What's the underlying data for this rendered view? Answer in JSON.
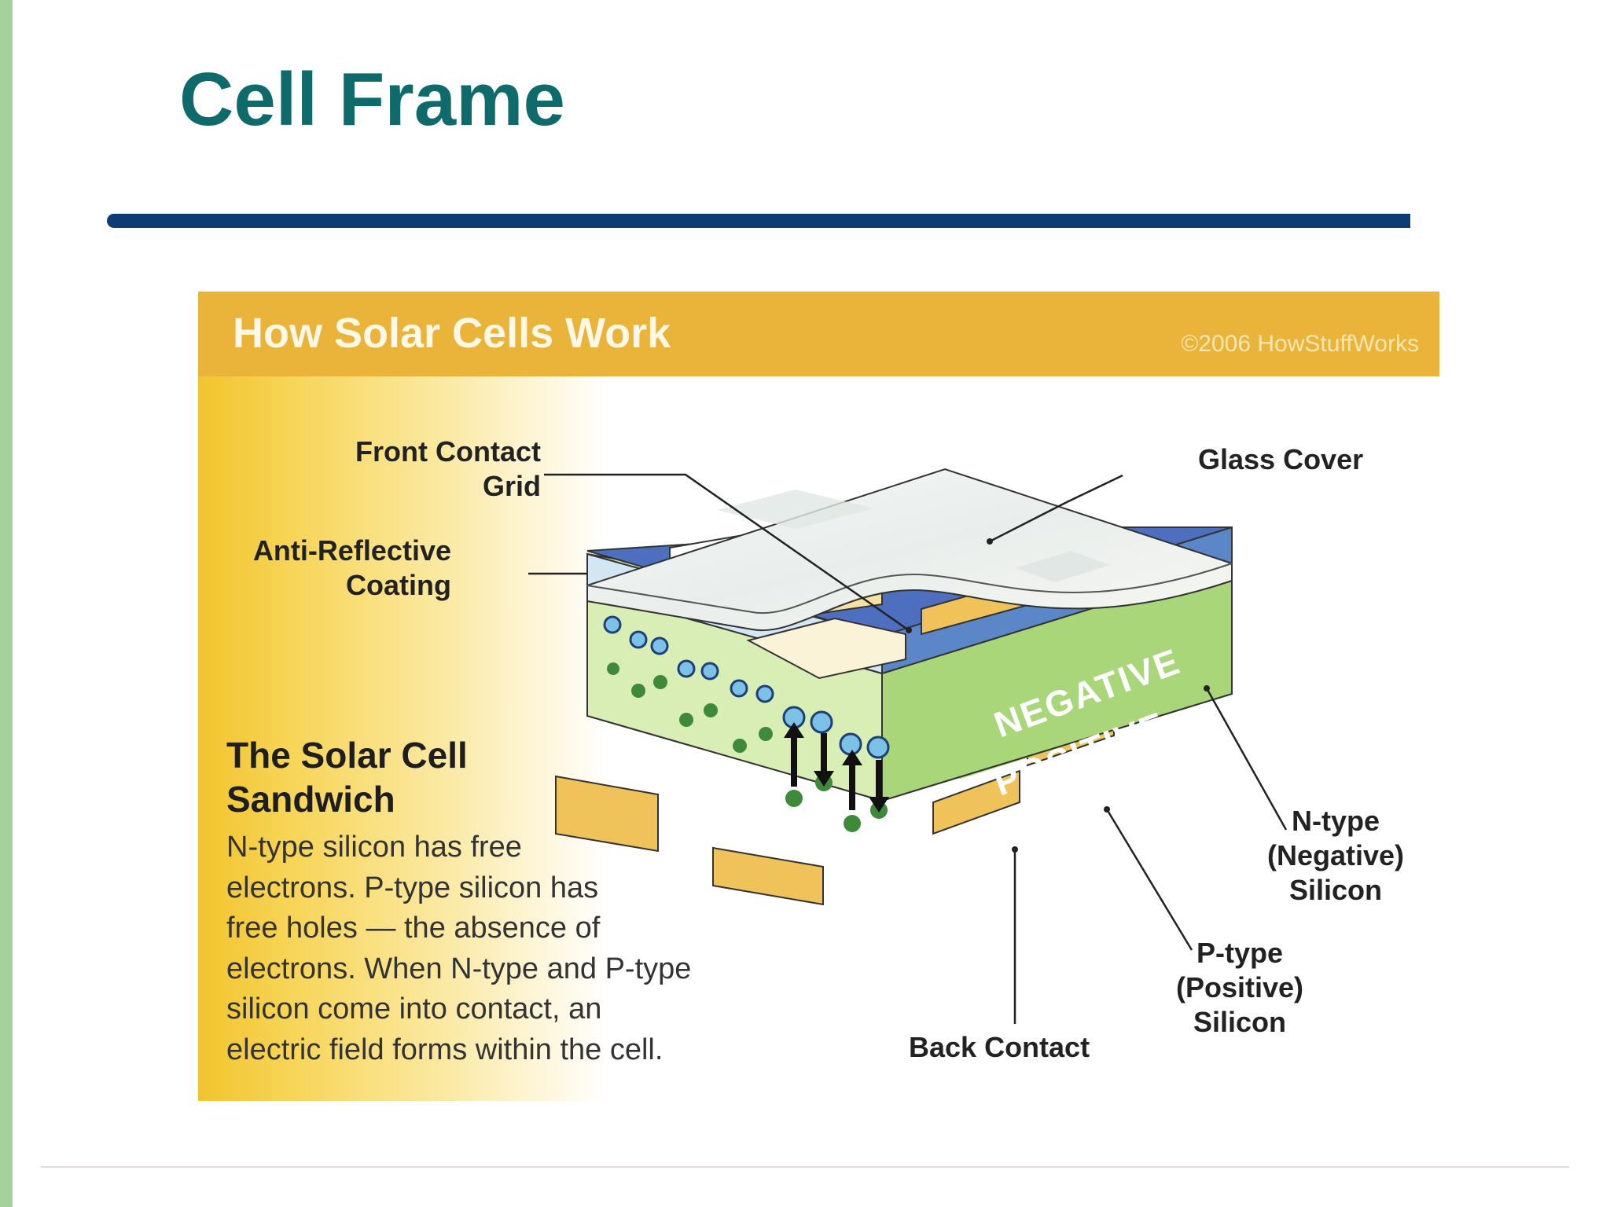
{
  "slide": {
    "title": "Cell Frame"
  },
  "figure": {
    "header_title": "How Solar Cells Work",
    "copyright": "©2006 HowStuffWorks",
    "labels": {
      "front_contact_grid": [
        "Front Contact",
        "Grid"
      ],
      "anti_reflective_coating": [
        "Anti-Reflective",
        "Coating"
      ],
      "glass_cover": "Glass Cover",
      "n_type_silicon": [
        "N-type",
        "(Negative)",
        "Silicon"
      ],
      "p_type_silicon": [
        "P-type",
        "(Positive)",
        "Silicon"
      ],
      "back_contact": "Back Contact",
      "negative_layer": "NEGATIVE",
      "positive_layer": "POSITIVE"
    },
    "sandwich": {
      "title_lines": [
        "The Solar Cell",
        "Sandwich"
      ],
      "body_lines": [
        "N-type silicon has free",
        "electrons. P-type silicon has",
        "free holes — the absence of",
        "electrons. When N-type and P-type",
        "silicon come into contact, an",
        "electric field forms within the cell."
      ]
    }
  },
  "colors": {
    "title_teal": "#0f6b6b",
    "rule_navy": "#0d3b73",
    "left_bar_green": "#a6d09c",
    "header_gold": "#eab43a",
    "n_layer_blue": "#5b86c8",
    "p_layer_green": "#a9d678",
    "contact_gold": "#f0c25a"
  }
}
